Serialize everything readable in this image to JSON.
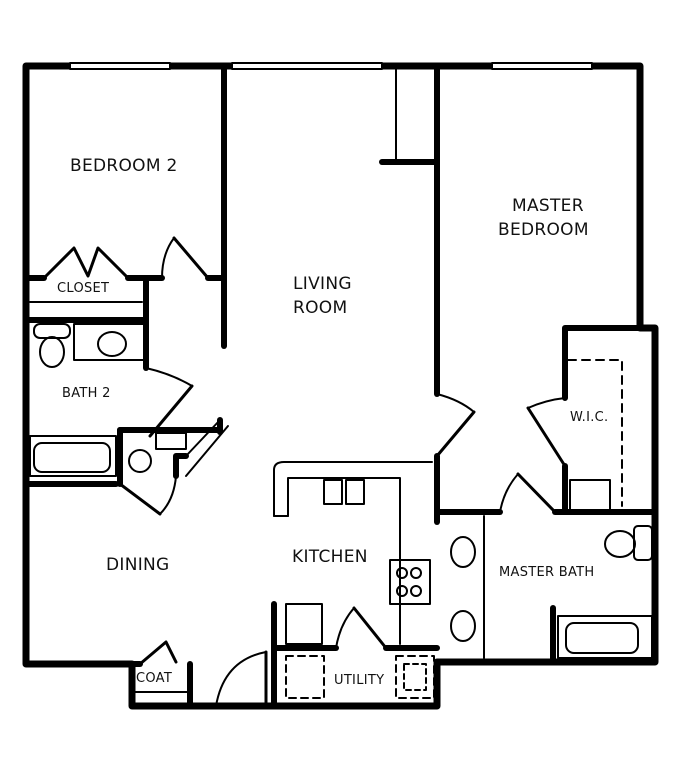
{
  "floor_plan": {
    "rooms": [
      {
        "id": "bedroom2",
        "label": "BEDROOM 2"
      },
      {
        "id": "closet",
        "label": "CLOSET"
      },
      {
        "id": "bath2",
        "label": "BATH 2"
      },
      {
        "id": "living",
        "label_line1": "LIVING",
        "label_line2": "ROOM"
      },
      {
        "id": "master_bedroom",
        "label_line1": "MASTER",
        "label_line2": "BEDROOM"
      },
      {
        "id": "wic",
        "label": "W.I.C."
      },
      {
        "id": "dining",
        "label": "DINING"
      },
      {
        "id": "kitchen",
        "label": "KITCHEN"
      },
      {
        "id": "master_bath",
        "label": "MASTER BATH"
      },
      {
        "id": "coat",
        "label": "COAT"
      },
      {
        "id": "utility",
        "label": "UTILITY"
      }
    ],
    "colors": {
      "wall": "#000000",
      "background": "#ffffff",
      "text": "#111111"
    }
  }
}
